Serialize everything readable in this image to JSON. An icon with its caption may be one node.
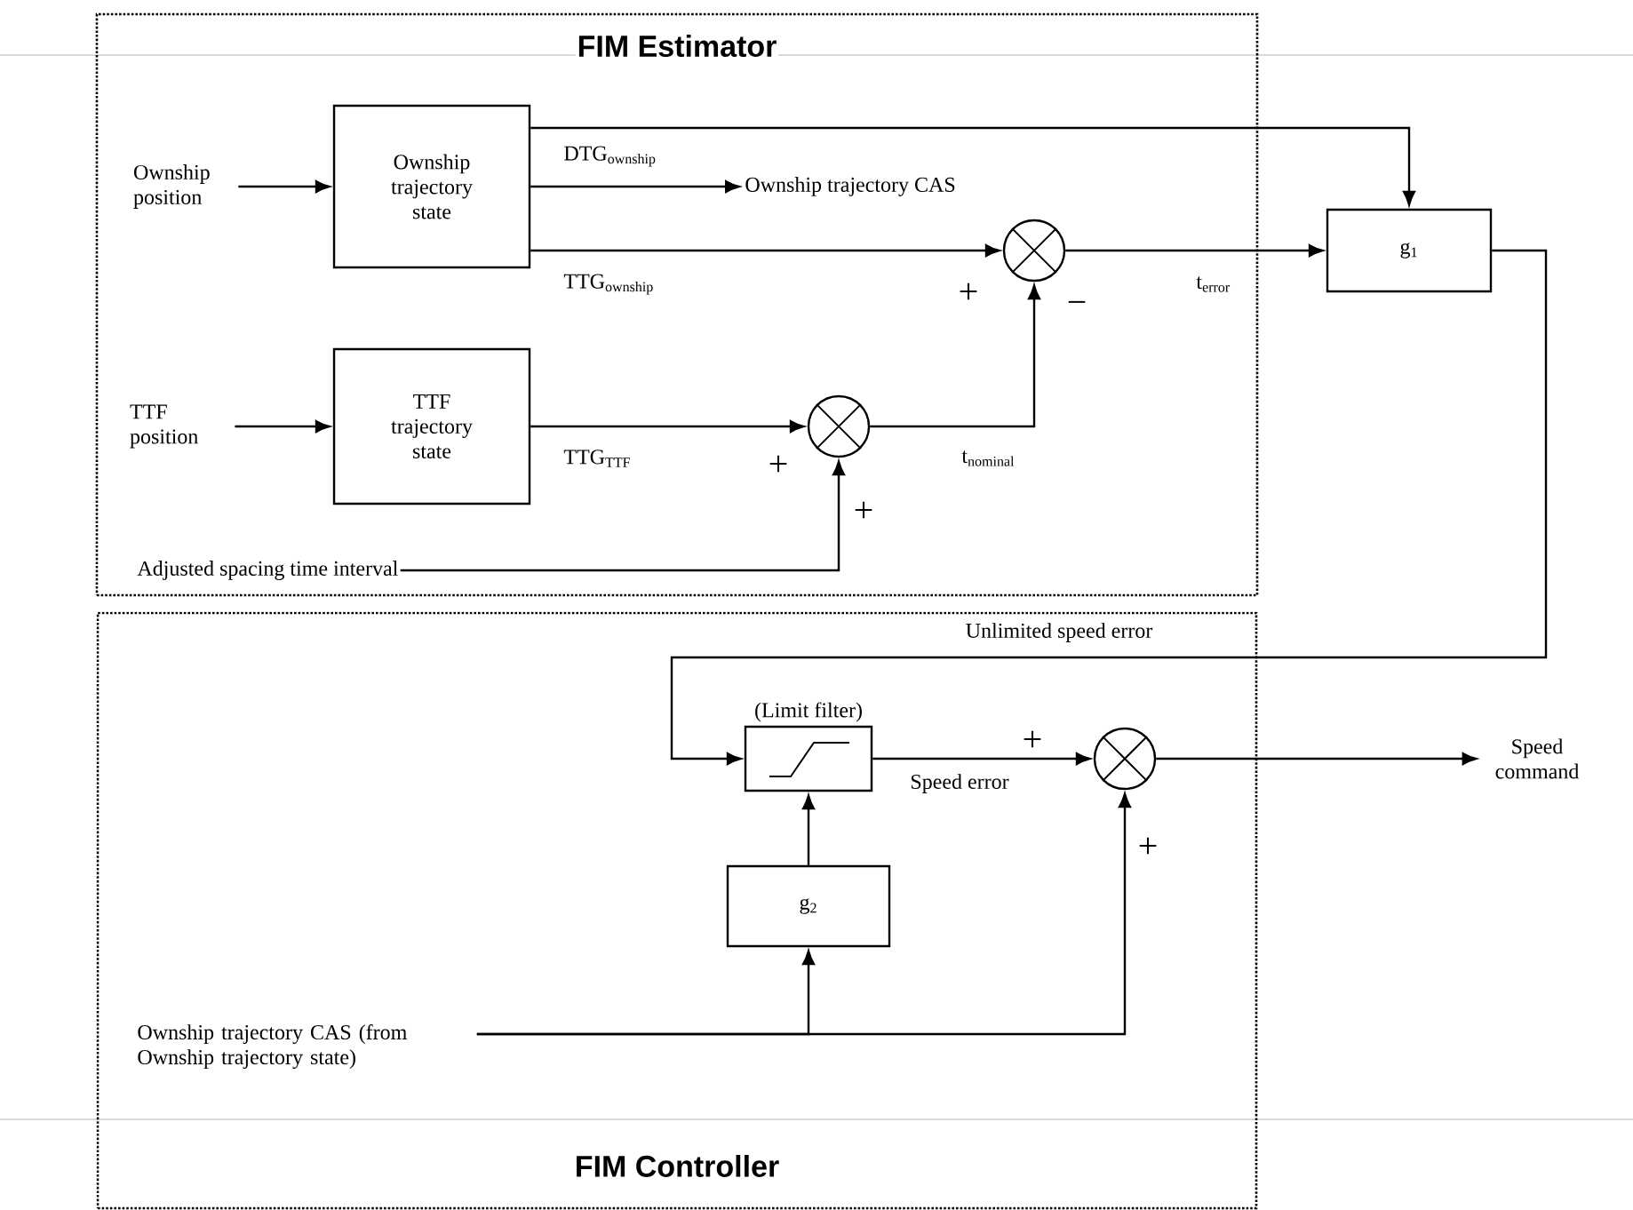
{
  "diagram": {
    "nodes": [
      {
        "text": [
          "FIM Estimator"
        ]
      },
      {
        "text": [
          "Ownship position"
        ],
        "in": 0
      },
      {
        "text": [
          "Ownship trajectory state"
        ],
        "in": 0
      },
      {
        "text": [
          "Ownship trajectory CAS"
        ],
        "in": 0
      },
      {
        "text": [],
        "shape": "circle",
        "in": 0
      },
      {
        "text": [
          "TTF position"
        ],
        "in": 0
      },
      {
        "text": [
          "TTF trajectory state"
        ],
        "in": 0
      },
      {
        "text": [],
        "shape": "circle",
        "in": 0
      },
      {
        "text": [
          "Adjusted spacing time interval"
        ],
        "in": 0
      },
      {
        "text": [
          "g$_{1}$"
        ]
      },
      {
        "text": [
          "FIM Controller"
        ]
      },
      {
        "text": [
          "(Limit filter)"
        ],
        "in": 10
      },
      {
        "text": [],
        "shape": "circle",
        "in": 10
      },
      {
        "text": [
          "g$_{2}$"
        ],
        "in": 10
      },
      {
        "text": [
          "Ownship trajectory CAS (from Ownship trajectory state)"
        ],
        "in": 10
      },
      {
        "text": [
          "Speed command"
        ]
      }
    ],
    "edges": [
      {
        "from": 1,
        "to": 2,
        "arrow": "to"
      },
      {
        "from": 2,
        "to": 3,
        "arrow": "to",
        "label": "DTG$_{ownship}$"
      },
      {
        "from": 2,
        "to": 4,
        "arrow": "to",
        "label": "TTG$_{ownship}$"
      },
      {
        "from": 2,
        "to": 9,
        "arrow": "to"
      },
      {
        "from": 5,
        "to": 6,
        "arrow": "to"
      },
      {
        "from": 6,
        "to": 7,
        "arrow": "to",
        "label": "TTG$_{TTF}$"
      },
      {
        "from": 8,
        "to": 7,
        "arrow": "to"
      },
      {
        "from": 7,
        "to": 4,
        "arrow": "to",
        "label": "t$_{nominal}$"
      },
      {
        "from": 4,
        "to": 9,
        "arrow": "to",
        "label": "t$_{error}$"
      },
      {
        "from": 9,
        "to": 11,
        "arrow": "to",
        "label": "Unlimited speed error"
      },
      {
        "from": 11,
        "to": 12,
        "arrow": "to",
        "label": "Speed error"
      },
      {
        "from": 13,
        "to": 11,
        "arrow": "to"
      },
      {
        "from": 14,
        "to": 13,
        "arrow": "to"
      },
      {
        "from": 14,
        "to": 12,
        "arrow": "to"
      },
      {
        "from": 12,
        "to": 15,
        "arrow": "to"
      }
    ],
    "labels": [
      "+",
      "−",
      "+",
      "+",
      "+",
      "+"
    ]
  }
}
